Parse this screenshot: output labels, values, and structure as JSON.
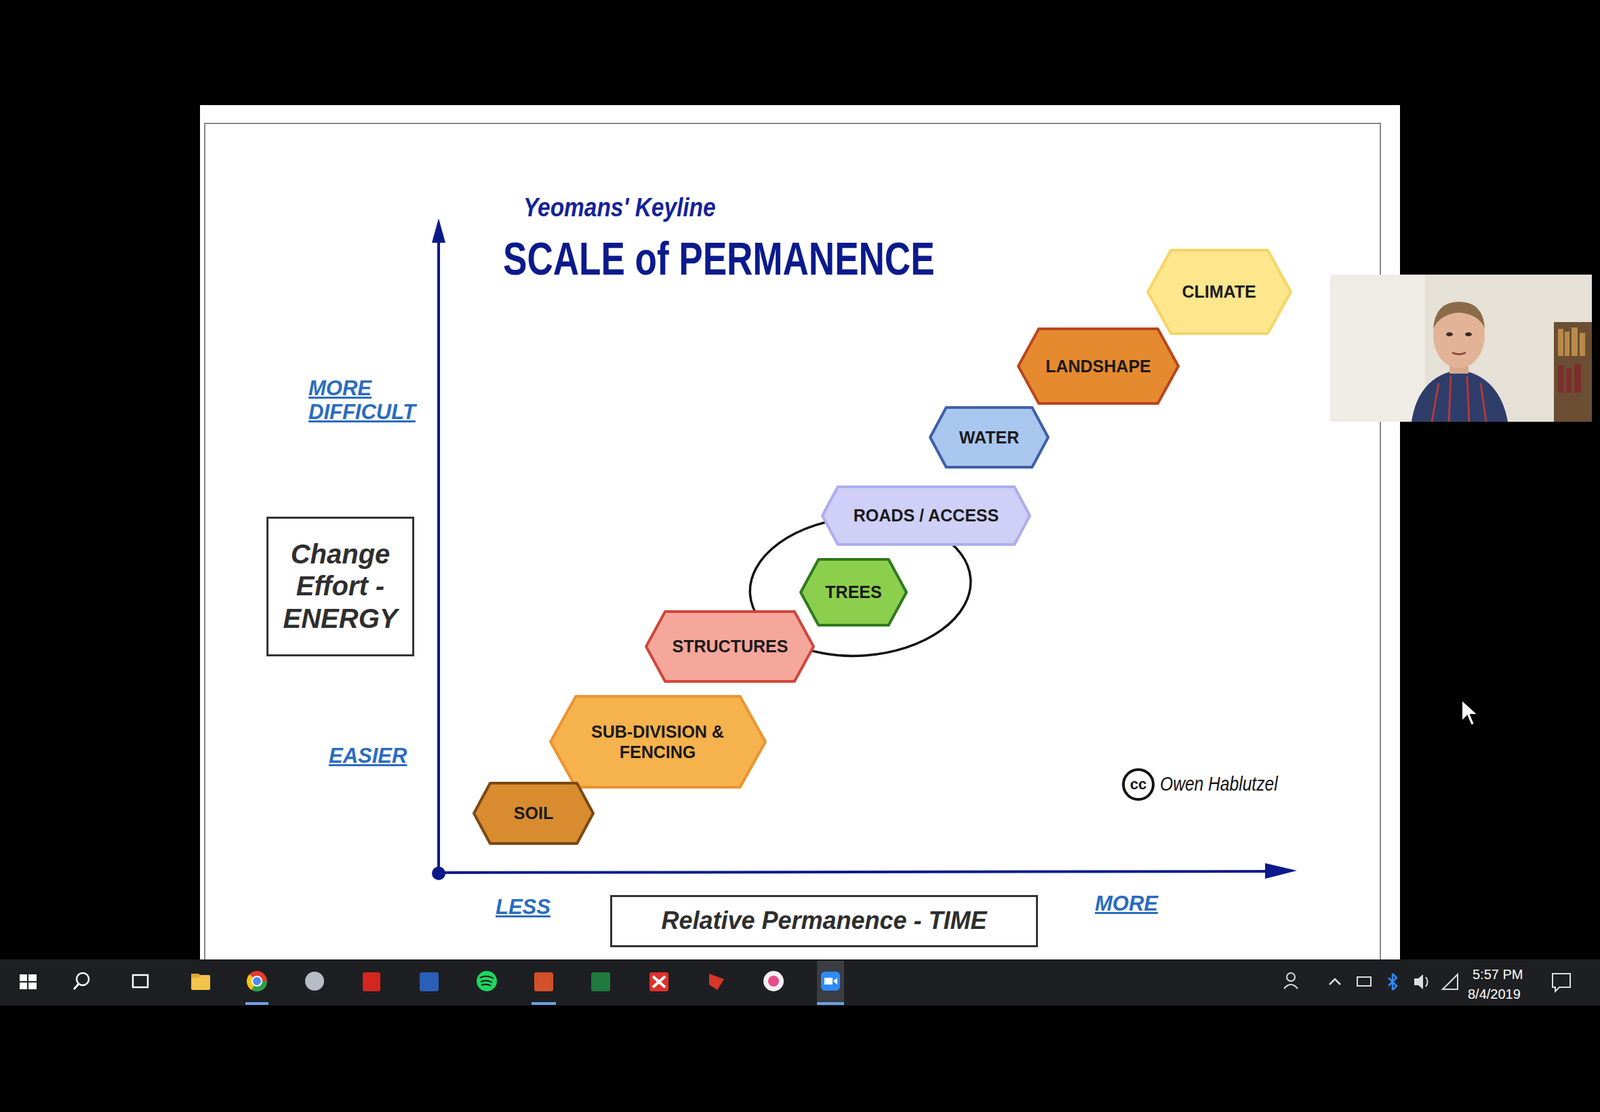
{
  "diagram": {
    "title": "SCALE of PERMANENCE",
    "nodes": [
      {
        "text": [
          "CLIMATE"
        ]
      },
      {
        "text": [
          "LANDSHAPE"
        ]
      },
      {
        "text": [
          "WATER"
        ]
      },
      {
        "text": [
          "ROADS / ACCESS"
        ]
      },
      {
        "text": [
          "TREES"
        ]
      },
      {
        "text": [
          "STRUCTURES"
        ]
      },
      {
        "text": [
          "SUB-DIVISION & FENCING"
        ]
      },
      {
        "text": [
          "SOIL"
        ]
      },
      {
        "text": [
          "Change Effort - ENERGY"
        ]
      },
      {
        "text": [
          "Relative Permanence - TIME"
        ]
      }
    ],
    "labels": [
      "Yeomans' Keyline",
      "MORE DIFFICULT",
      "EASIER",
      "LESS",
      "MORE",
      "cc",
      "Owen Hablutzel",
      "5:57 PM",
      "8/4/2019"
    ]
  }
}
